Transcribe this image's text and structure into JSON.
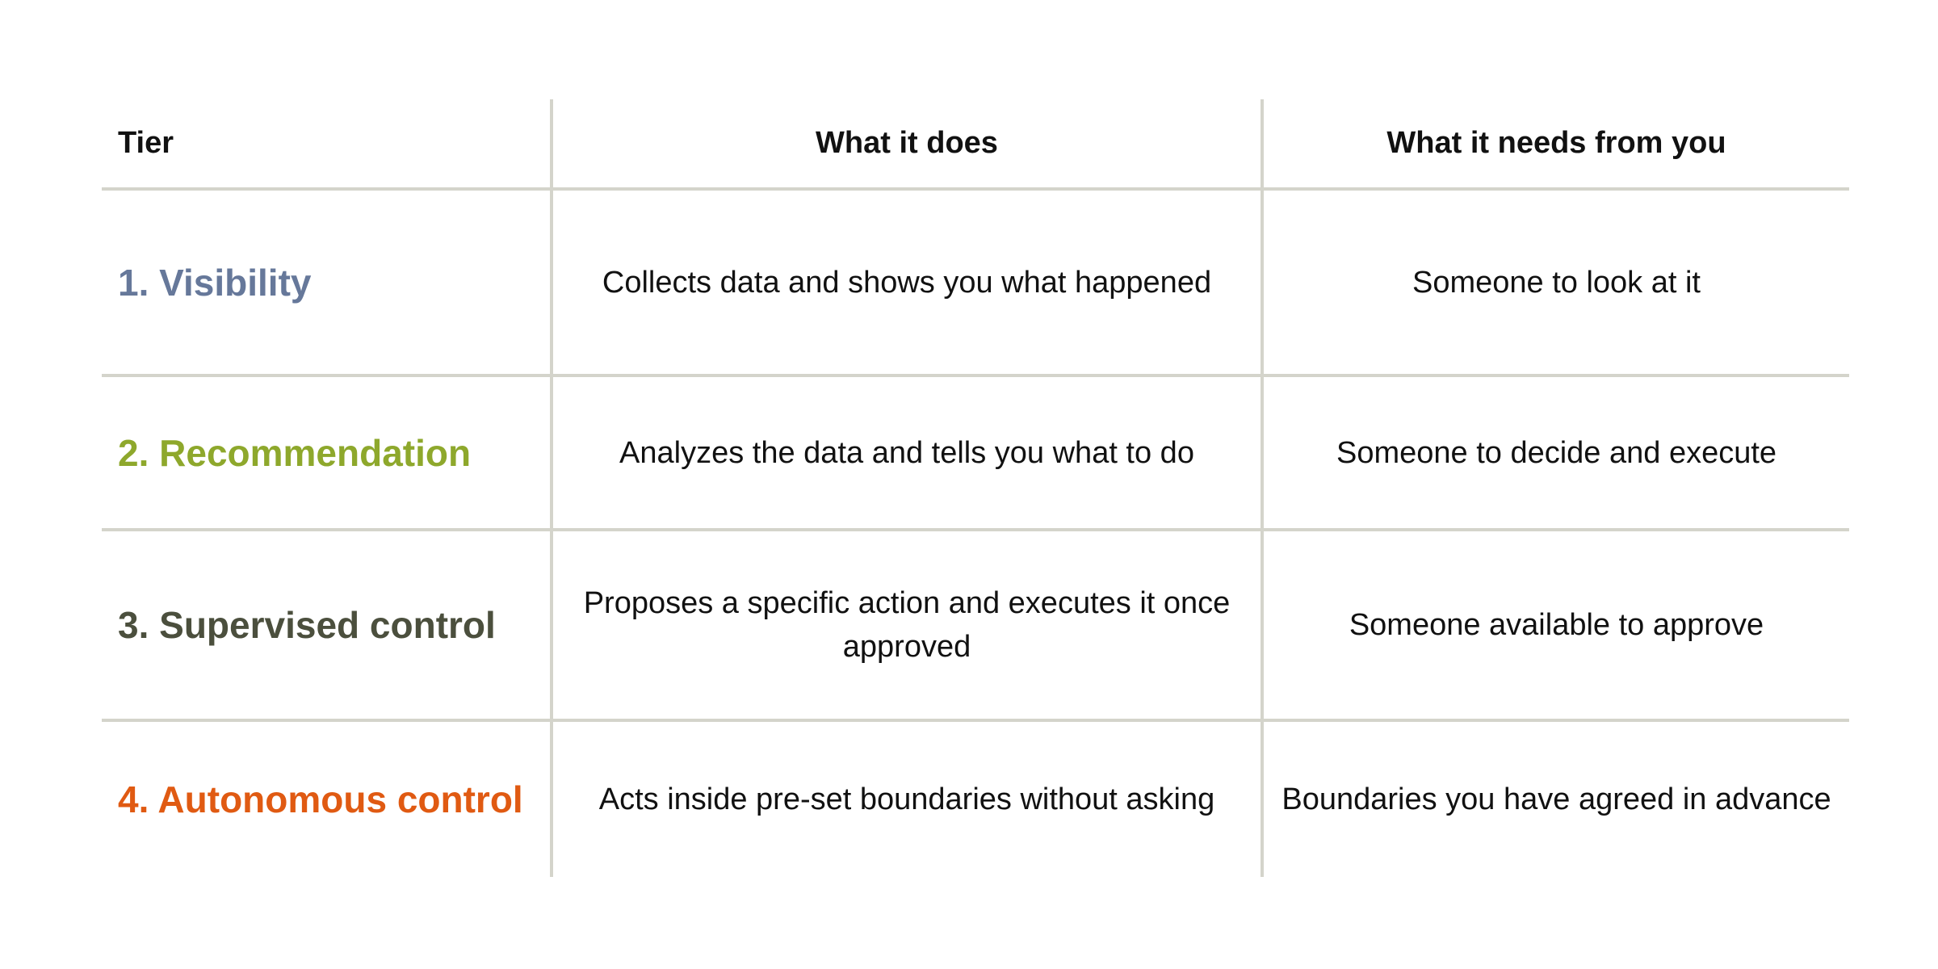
{
  "table": {
    "headers": [
      "Tier",
      "What it does",
      "What it needs from you"
    ],
    "rows": [
      {
        "tier": "1. Visibility",
        "tier_color": "#66789a",
        "does": "Collects data and shows you what happened",
        "needs": "Someone to look at it"
      },
      {
        "tier": "2. Recommendation",
        "tier_color": "#8ea82c",
        "does": "Analyzes the data and tells you what to do",
        "needs": "Someone to decide and execute"
      },
      {
        "tier": "3. Supervised control",
        "tier_color": "#4b4f3d",
        "does": "Proposes a specific action and executes it once approved",
        "needs": "Someone available to approve"
      },
      {
        "tier": "4. Autonomous control",
        "tier_color": "#e05a12",
        "does": "Acts inside pre-set boundaries without asking",
        "needs": "Boundaries you have agreed in advance"
      }
    ]
  }
}
